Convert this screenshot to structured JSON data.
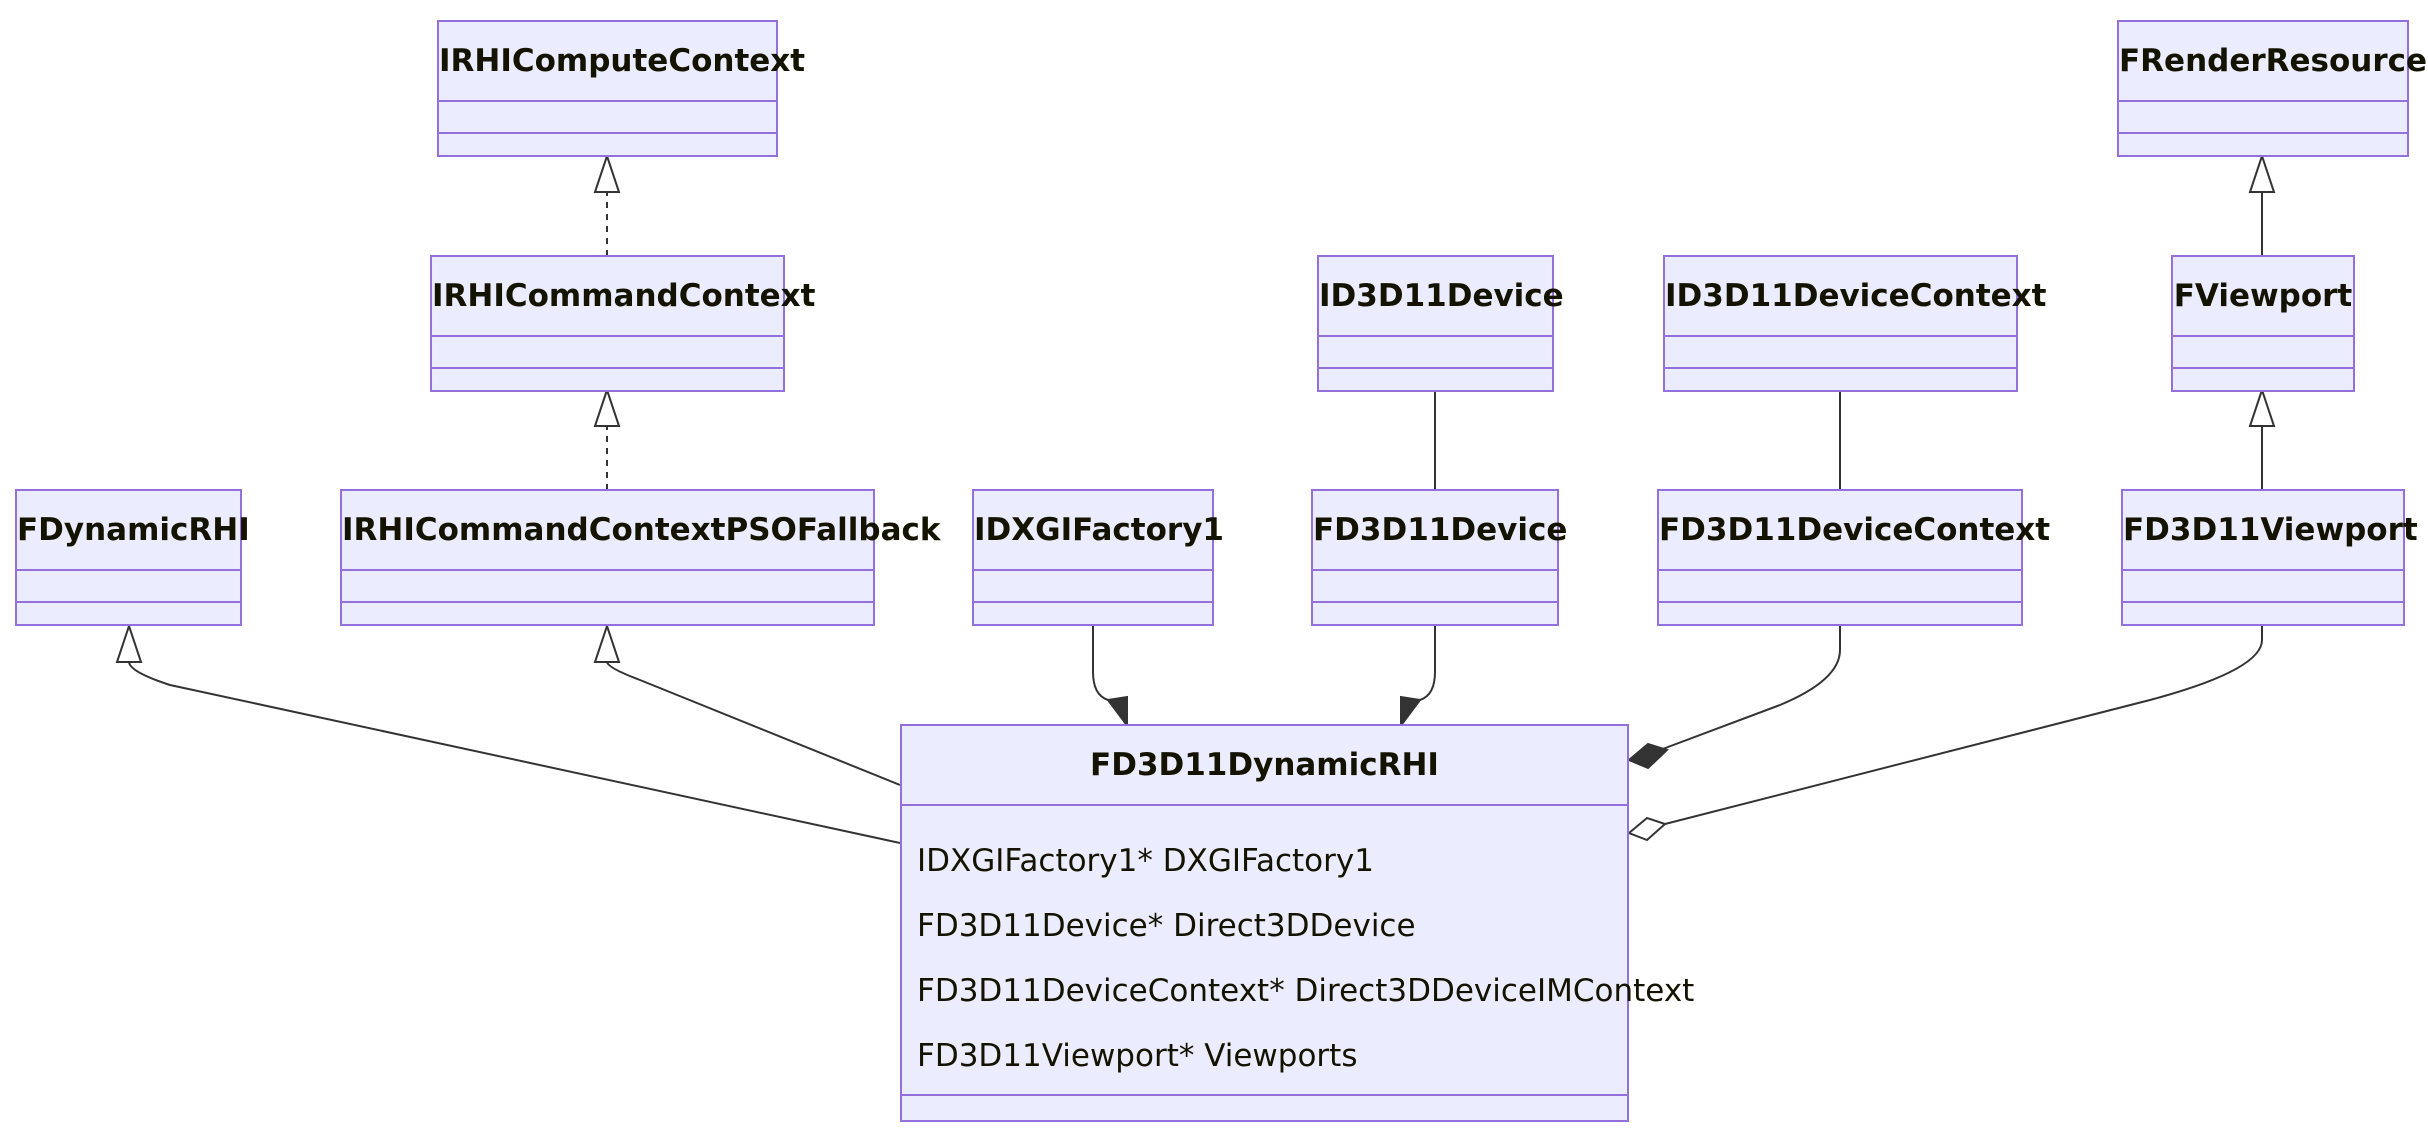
{
  "diagram": {
    "type": "class-diagram",
    "classes": {
      "irhi_compute_context": {
        "name": "IRHIComputeContext"
      },
      "frender_resource": {
        "name": "FRenderResource"
      },
      "irhi_command_context": {
        "name": "IRHICommandContext"
      },
      "id3d11_device": {
        "name": "ID3D11Device"
      },
      "id3d11_device_context": {
        "name": "ID3D11DeviceContext"
      },
      "fviewport": {
        "name": "FViewport"
      },
      "fdynamic_rhi": {
        "name": "FDynamicRHI"
      },
      "irhi_command_context_pso_fallback": {
        "name": "IRHICommandContextPSOFallback"
      },
      "idxgi_factory1": {
        "name": "IDXGIFactory1"
      },
      "fd3d11_device": {
        "name": "FD3D11Device"
      },
      "fd3d11_device_context": {
        "name": "FD3D11DeviceContext"
      },
      "fd3d11_viewport": {
        "name": "FD3D11Viewport"
      },
      "fd3d11_dynamic_rhi": {
        "name": "FD3D11DynamicRHI",
        "attributes": [
          "IDXGIFactory1* DXGIFactory1",
          "FD3D11Device* Direct3DDevice",
          "FD3D11DeviceContext* Direct3DDeviceIMContext",
          "FD3D11Viewport* Viewports"
        ]
      }
    },
    "relations": [
      {
        "from": "IRHICommandContext",
        "to": "IRHIComputeContext",
        "kind": "realization"
      },
      {
        "from": "IRHICommandContextPSOFallback",
        "to": "IRHICommandContext",
        "kind": "realization"
      },
      {
        "from": "FViewport",
        "to": "FRenderResource",
        "kind": "inheritance"
      },
      {
        "from": "FD3D11Viewport",
        "to": "FViewport",
        "kind": "inheritance"
      },
      {
        "from": "FD3D11Device",
        "to": "ID3D11Device",
        "kind": "association"
      },
      {
        "from": "FD3D11DeviceContext",
        "to": "ID3D11DeviceContext",
        "kind": "association"
      },
      {
        "from": "FD3D11DynamicRHI",
        "to": "FDynamicRHI",
        "kind": "inheritance"
      },
      {
        "from": "FD3D11DynamicRHI",
        "to": "IRHICommandContextPSOFallback",
        "kind": "inheritance"
      },
      {
        "from": "IDXGIFactory1",
        "to": "FD3D11DynamicRHI",
        "kind": "composition"
      },
      {
        "from": "FD3D11Device",
        "to": "FD3D11DynamicRHI",
        "kind": "composition"
      },
      {
        "from": "FD3D11DeviceContext",
        "to": "FD3D11DynamicRHI",
        "kind": "composition"
      },
      {
        "from": "FD3D11Viewport",
        "to": "FD3D11DynamicRHI",
        "kind": "aggregation"
      }
    ],
    "colors": {
      "box_fill": "#ececff",
      "box_border": "#9370db",
      "edge": "#333333",
      "text": "#131300"
    }
  }
}
